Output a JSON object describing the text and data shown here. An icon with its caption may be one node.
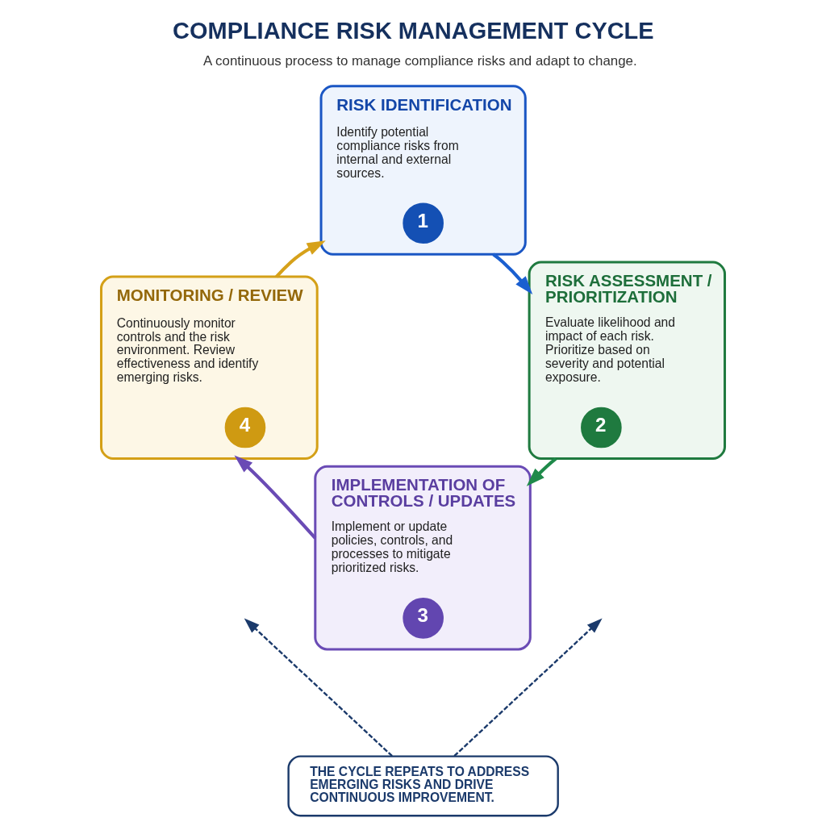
{
  "diagram": {
    "title": "COMPLIANCE RISK MANAGEMENT CYCLE",
    "caption": "A continuous process to manage compliance risks and adapt to change.",
    "nodes": [
      {
        "text": [
          "RISK IDENTIFICATION",
          "Identify potential compliance risks from internal and external sources."
        ]
      },
      {
        "text": [
          "1"
        ],
        "in": 0
      },
      {
        "text": [
          "MONITORING / REVIEW",
          "Continuously monitor controls and the risk environment. Review effectiveness and identify emerging risks."
        ]
      },
      {
        "text": [
          "4"
        ],
        "in": 2
      },
      {
        "text": [
          "RISK ASSESSMENT / PRIORITIZATION",
          "Evaluate likelihood and impact of each risk. Prioritize based on severity and potential exposure."
        ]
      },
      {
        "text": [
          "2"
        ],
        "in": 4
      },
      {
        "text": [
          "IMPLEMENTATION OF CONTROLS / UPDATES",
          "Implement or update policies, controls, and processes to mitigate prioritized risks."
        ]
      },
      {
        "text": [
          "3"
        ],
        "in": 6
      },
      {
        "text": [
          "THE CYCLE REPEATS TO ADDRESS EMERGING RISKS AND DRIVE CONTINUOUS IMPROVEMENT."
        ]
      }
    ],
    "edges": [
      {
        "from": 0,
        "to": 4,
        "arrow": "to",
        "color": "#1a5fd0"
      },
      {
        "from": 4,
        "to": 6,
        "arrow": "to",
        "color": "#1f8a4a"
      },
      {
        "from": 6,
        "to": 2,
        "arrow": "to",
        "color": "#6a4bb5"
      },
      {
        "from": 2,
        "to": 0,
        "arrow": "to",
        "color": "#d6a11a"
      },
      {
        "from": 8,
        "to": null,
        "arrow": "to",
        "style": "dashed",
        "color": "#1b3a6b"
      },
      {
        "from": 8,
        "to": null,
        "arrow": "to",
        "style": "dashed",
        "color": "#1b3a6b"
      }
    ]
  }
}
